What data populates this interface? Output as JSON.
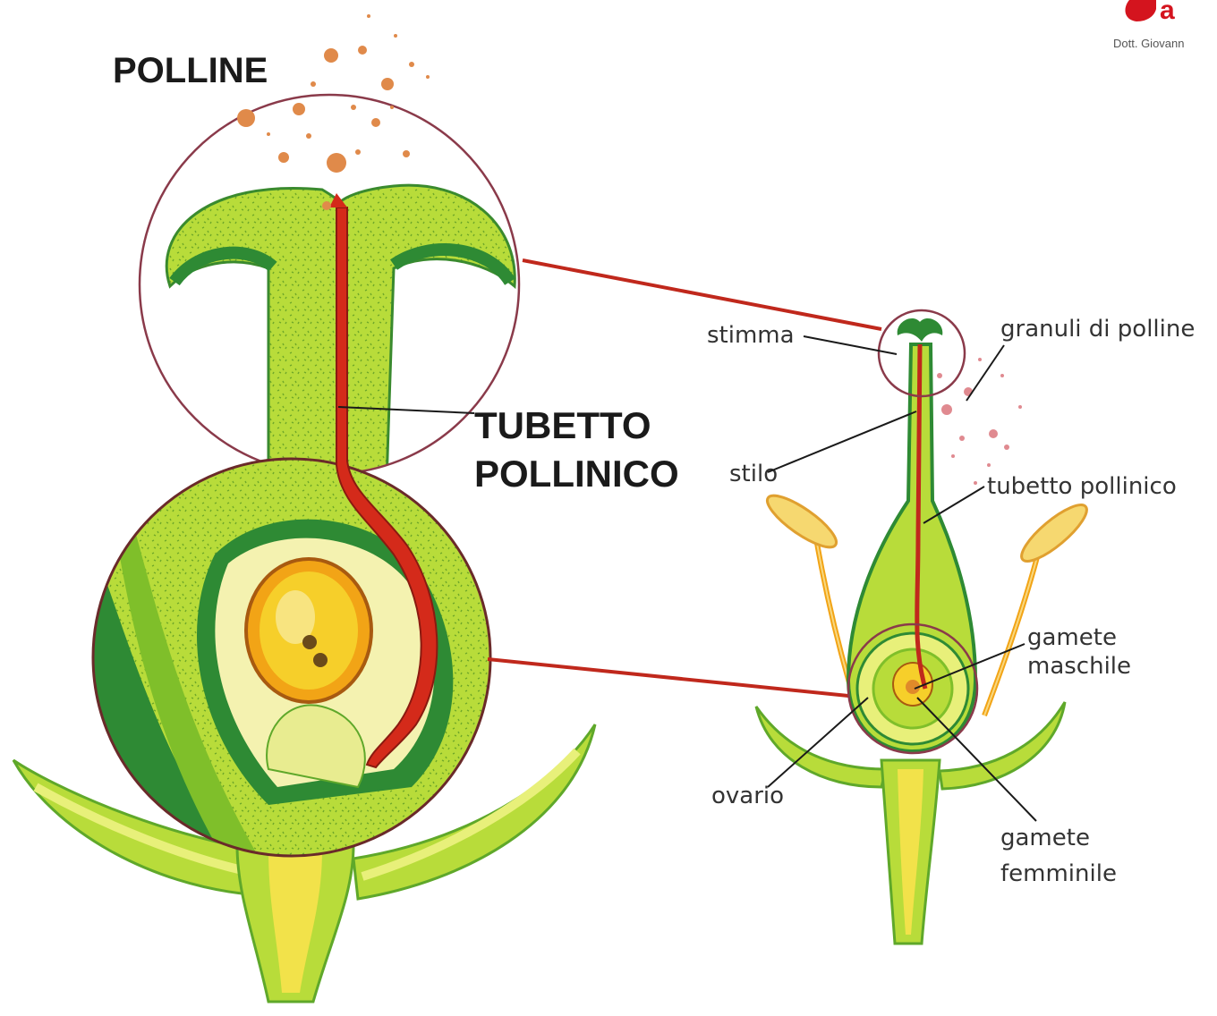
{
  "labels": {
    "polline": "POLLINE",
    "tubetto_line1": "TUBETTO",
    "tubetto_line2": "POLLINICO",
    "stimma": "stimma",
    "granuli": "granuli di polline",
    "stilo": "stilo",
    "tubetto_small": "tubetto pollinico",
    "gamete_m_line1": "gamete",
    "gamete_m_line2": "maschile",
    "ovario": "ovario",
    "gamete_f_line1": "gamete",
    "gamete_f_line2": "femminile"
  },
  "logo": {
    "mark_text": "a",
    "credit_text": "Dott. Giovann"
  },
  "colors": {
    "pollen_tube": "#d42a1a",
    "light_green": "#b8dc3a",
    "mid_green": "#7fbf2a",
    "dark_green": "#2e8a34",
    "yellow": "#f2e24a",
    "ovule_orange": "#f2a416",
    "pollen": "#e08a4a",
    "zoom_circle": "#8a3a4a",
    "connector": "#c0281c",
    "logo_red": "#d4141e"
  }
}
